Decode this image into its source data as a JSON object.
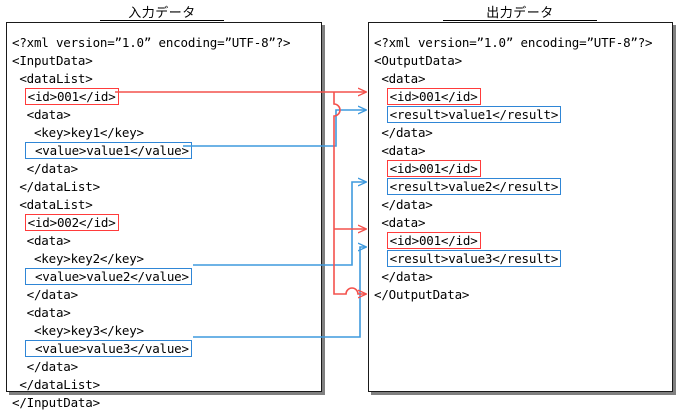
{
  "colors": {
    "red": "#f4524d",
    "red_box": "#ff3b3b",
    "blue": "#3f9ade",
    "blue_box": "#2f86d6",
    "panel_border": "#1a1a1a",
    "shadow": "#808080",
    "text": "#000000",
    "background": "#ffffff"
  },
  "input_panel": {
    "title": "入力データ",
    "lines": [
      {
        "text": "<?xml version=”1.0” encoding=”UTF-8”?>",
        "highlight": null
      },
      {
        "text": "<InputData>",
        "highlight": null
      },
      {
        "text": " <dataList>",
        "highlight": null
      },
      {
        "text": "  <id>001</id>",
        "highlight": "red",
        "indent": 2,
        "chars": 12
      },
      {
        "text": "  <data>",
        "highlight": null
      },
      {
        "text": "   <key>key1</key>",
        "highlight": null
      },
      {
        "text": "   <value>value1</value>",
        "highlight": "blue",
        "indent": 2,
        "chars": 22
      },
      {
        "text": "  </data>",
        "highlight": null
      },
      {
        "text": " </dataList>",
        "highlight": null
      },
      {
        "text": " <dataList>",
        "highlight": null
      },
      {
        "text": "  <id>002</id>",
        "highlight": "red",
        "indent": 2,
        "chars": 12
      },
      {
        "text": "  <data>",
        "highlight": null
      },
      {
        "text": "   <key>key2</key>",
        "highlight": null
      },
      {
        "text": "   <value>value2</value>",
        "highlight": "blue",
        "indent": 2,
        "chars": 22
      },
      {
        "text": "  </data>",
        "highlight": null
      },
      {
        "text": "  <data>",
        "highlight": null
      },
      {
        "text": "   <key>key3</key>",
        "highlight": null
      },
      {
        "text": "   <value>value3</value>",
        "highlight": "blue",
        "indent": 2,
        "chars": 22
      },
      {
        "text": "  </data>",
        "highlight": null
      },
      {
        "text": " </dataList>",
        "highlight": null
      },
      {
        "text": "</InputData>",
        "highlight": null
      }
    ]
  },
  "output_panel": {
    "title": "出力データ",
    "lines": [
      {
        "text": "<?xml version=”1.0” encoding=”UTF-8”?>",
        "highlight": null
      },
      {
        "text": "<OutputData>",
        "highlight": null
      },
      {
        "text": " <data>",
        "highlight": null
      },
      {
        "text": "  <id>001</id>",
        "highlight": "red",
        "indent": 2,
        "chars": 12
      },
      {
        "text": "  <result>value1</result>",
        "highlight": "blue",
        "indent": 2,
        "chars": 23
      },
      {
        "text": " </data>",
        "highlight": null
      },
      {
        "text": " <data>",
        "highlight": null
      },
      {
        "text": "  <id>001</id>",
        "highlight": "red",
        "indent": 2,
        "chars": 12
      },
      {
        "text": "  <result>value2</result>",
        "highlight": "blue",
        "indent": 2,
        "chars": 23
      },
      {
        "text": " </data>",
        "highlight": null
      },
      {
        "text": " <data>",
        "highlight": null
      },
      {
        "text": "  <id>001</id>",
        "highlight": "red",
        "indent": 2,
        "chars": 12
      },
      {
        "text": "  <result>value3</result>",
        "highlight": "blue",
        "indent": 2,
        "chars": 23
      },
      {
        "text": " </data>",
        "highlight": null
      },
      {
        "text": "</OutputData>",
        "highlight": null
      }
    ]
  },
  "connections": [
    {
      "name": "id001-to-output-id-1",
      "color": "red",
      "from": "input.id001",
      "to": "output.id1"
    },
    {
      "name": "id001-to-output-id-2",
      "color": "red",
      "from": "input.id001",
      "to": "output.id2"
    },
    {
      "name": "id001-to-output-id-3",
      "color": "red",
      "from": "input.id001",
      "to": "output.id3"
    },
    {
      "name": "value1-to-result1",
      "color": "blue",
      "from": "input.value1",
      "to": "output.result1"
    },
    {
      "name": "value2-to-result2",
      "color": "blue",
      "from": "input.value2",
      "to": "output.result2"
    },
    {
      "name": "value3-to-result3",
      "color": "blue",
      "from": "input.value3",
      "to": "output.result3"
    }
  ]
}
